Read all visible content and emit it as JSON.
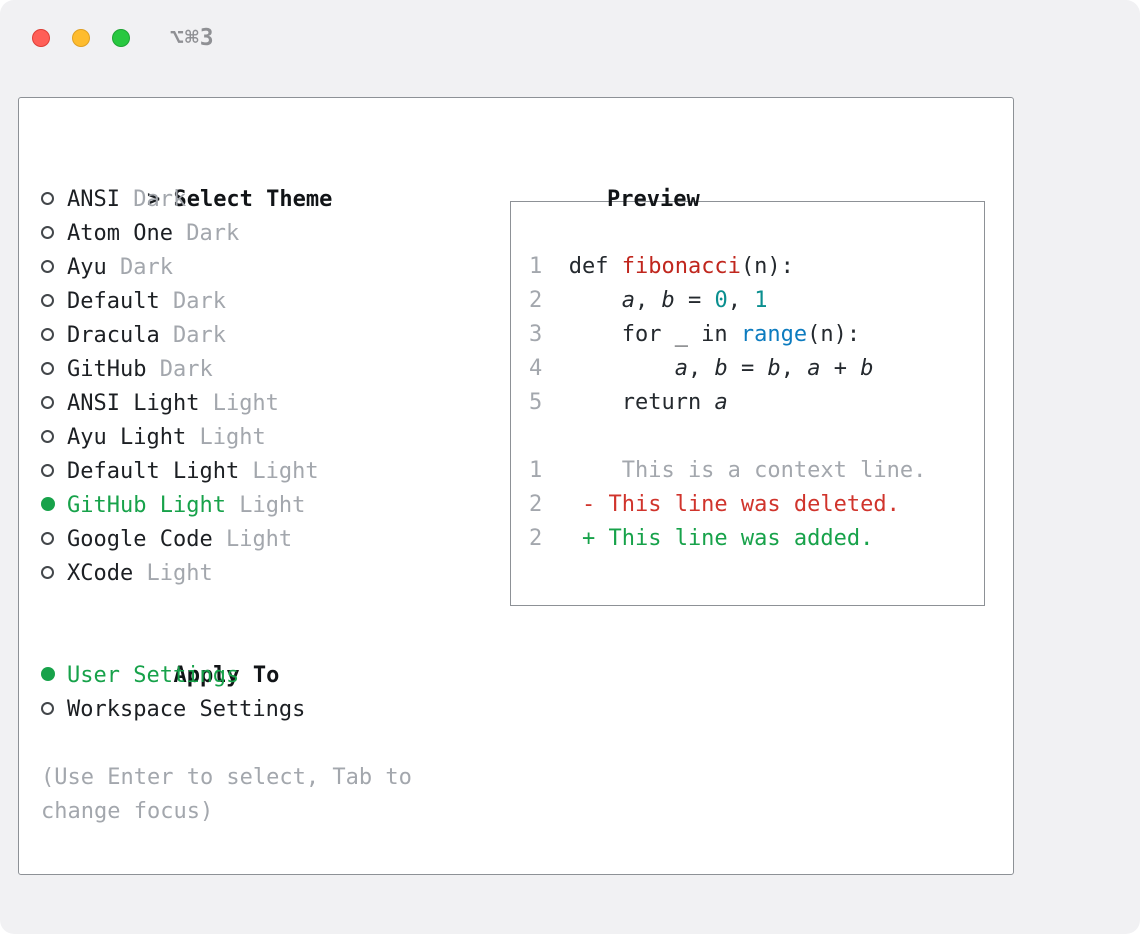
{
  "window": {
    "shortcut": "⌥⌘3"
  },
  "colors": {
    "accent_green": "#17a24a",
    "syntax_function": "#c0261d",
    "syntax_number": "#0a8f8f",
    "syntax_builtin": "#0c7bbf",
    "diff_deleted": "#d0342c",
    "diff_added": "#17a24a",
    "muted": "#a3a7ad"
  },
  "theme_panel": {
    "prompt": ">",
    "title": "Select Theme",
    "themes": [
      {
        "name": "ANSI",
        "variant": "Dark",
        "selected": false
      },
      {
        "name": "Atom One",
        "variant": "Dark",
        "selected": false
      },
      {
        "name": "Ayu",
        "variant": "Dark",
        "selected": false
      },
      {
        "name": "Default",
        "variant": "Dark",
        "selected": false
      },
      {
        "name": "Dracula",
        "variant": "Dark",
        "selected": false
      },
      {
        "name": "GitHub",
        "variant": "Dark",
        "selected": false
      },
      {
        "name": "ANSI Light",
        "variant": "Light",
        "selected": false
      },
      {
        "name": "Ayu Light",
        "variant": "Light",
        "selected": false
      },
      {
        "name": "Default Light",
        "variant": "Light",
        "selected": false
      },
      {
        "name": "GitHub Light",
        "variant": "Light",
        "selected": true
      },
      {
        "name": "Google Code",
        "variant": "Light",
        "selected": false
      },
      {
        "name": "XCode",
        "variant": "Light",
        "selected": false
      }
    ],
    "apply_to": {
      "title": "Apply To",
      "options": [
        {
          "name": "User Settings",
          "selected": true
        },
        {
          "name": "Workspace Settings",
          "selected": false
        }
      ]
    },
    "hint": "(Use Enter to select, Tab to change focus)"
  },
  "preview": {
    "title": "Preview",
    "lines": [
      {
        "num": "1",
        "tokens": [
          {
            "t": "def ",
            "c": "p"
          },
          {
            "t": "fibonacci",
            "c": "fn"
          },
          {
            "t": "(n):",
            "c": "p"
          }
        ]
      },
      {
        "num": "2",
        "tokens": [
          {
            "t": "    ",
            "c": "p"
          },
          {
            "t": "a",
            "c": "v"
          },
          {
            "t": ", ",
            "c": "p"
          },
          {
            "t": "b",
            "c": "v"
          },
          {
            "t": " = ",
            "c": "p"
          },
          {
            "t": "0",
            "c": "n"
          },
          {
            "t": ", ",
            "c": "p"
          },
          {
            "t": "1",
            "c": "n"
          }
        ]
      },
      {
        "num": "3",
        "tokens": [
          {
            "t": "    for _ in ",
            "c": "p"
          },
          {
            "t": "range",
            "c": "b"
          },
          {
            "t": "(n):",
            "c": "p"
          }
        ]
      },
      {
        "num": "4",
        "tokens": [
          {
            "t": "        ",
            "c": "p"
          },
          {
            "t": "a",
            "c": "v"
          },
          {
            "t": ", ",
            "c": "p"
          },
          {
            "t": "b",
            "c": "v"
          },
          {
            "t": " = ",
            "c": "p"
          },
          {
            "t": "b",
            "c": "v"
          },
          {
            "t": ", ",
            "c": "p"
          },
          {
            "t": "a",
            "c": "v"
          },
          {
            "t": " + ",
            "c": "p"
          },
          {
            "t": "b",
            "c": "v"
          }
        ]
      },
      {
        "num": "5",
        "tokens": [
          {
            "t": "    return ",
            "c": "p"
          },
          {
            "t": "a",
            "c": "v"
          }
        ]
      },
      {
        "num": "",
        "tokens": []
      },
      {
        "num": "1",
        "tokens": [
          {
            "t": "    This is a context line.",
            "c": "ctx"
          }
        ]
      },
      {
        "num": "2",
        "tokens": [
          {
            "t": " - This line was deleted.",
            "c": "del"
          }
        ]
      },
      {
        "num": "2",
        "tokens": [
          {
            "t": " + This line was added.",
            "c": "add"
          }
        ]
      }
    ]
  }
}
